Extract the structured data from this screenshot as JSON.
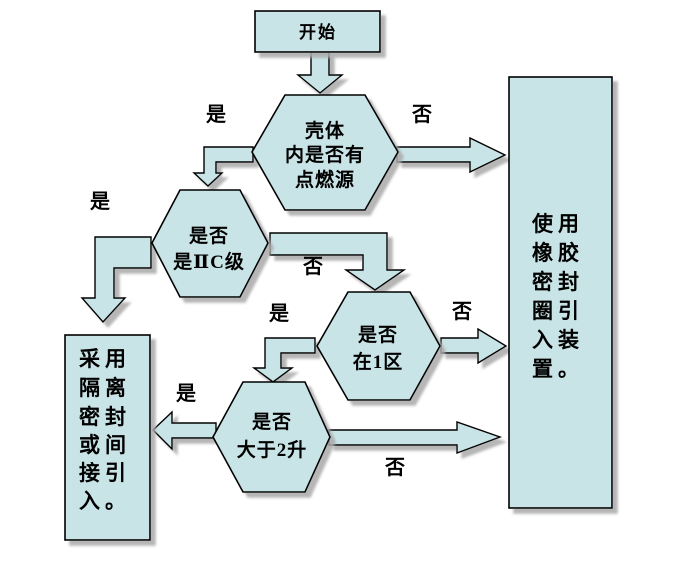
{
  "diagram": {
    "colors": {
      "shape_fill": "#c9e4e6",
      "shape_stroke": "#000000",
      "shadow": "#a9a9a9",
      "text": "#000000",
      "background": "#ffffff"
    },
    "nodes": {
      "start": {
        "label": "开始"
      },
      "ignition": {
        "lines": [
          "壳体",
          "内是否有",
          "点燃源"
        ]
      },
      "iic": {
        "lines": [
          "是否",
          "是ⅡC级"
        ]
      },
      "zone1": {
        "lines": [
          "是否",
          "在1区"
        ]
      },
      "liters": {
        "lines": [
          "是否",
          "大于2升"
        ]
      },
      "isolation": {
        "lines": [
          "采用",
          "隔离",
          "密封",
          "或间",
          "接引",
          "入。"
        ]
      },
      "rubber": {
        "lines": [
          "使用",
          "橡胶",
          "密封",
          "圈引",
          "入装",
          "置。"
        ]
      }
    },
    "edge_labels": {
      "ignition_yes": "是",
      "ignition_no": "否",
      "iic_yes": "是",
      "iic_no": "否",
      "zone1_yes": "是",
      "zone1_no": "否",
      "liters_yes": "是",
      "liters_no": "否"
    }
  }
}
